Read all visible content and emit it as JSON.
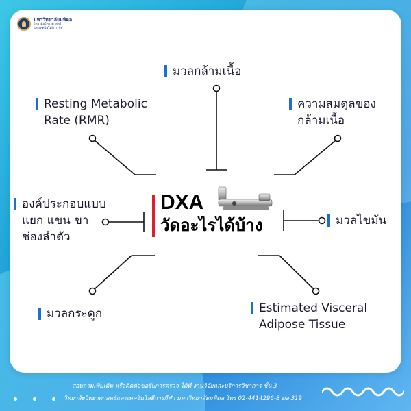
{
  "logo": {
    "name": "มหาวิทยาลัยมหิดล",
    "sub1": "วิทยาลัยวิทยาศาสตร์",
    "sub2": "และเทคโนโลยีการกีฬา"
  },
  "center": {
    "title": "DXA",
    "subtitle": "วัดอะไรได้บ้าง"
  },
  "labels": {
    "muscle_mass": "มวลกล้ามเนื้อ",
    "rmr_line1": "Resting Metabolic",
    "rmr_line2": "Rate (RMR)",
    "symmetry_line1": "ความสมดุลของ",
    "symmetry_line2": "กล้ามเนื้อ",
    "composition_line1": "องค์ประกอบแบบ",
    "composition_line2": "แยก แขน ขา",
    "composition_line3": "ช่องลำตัว",
    "fat_mass": "มวลไขมัน",
    "bone_mass": "มวลกระดูก",
    "vat_line1": "Estimated Visceral",
    "vat_line2": "Adipose Tissue"
  },
  "footer": {
    "line1": "สอบถามเพิ่มเติม หรือติดต่อขอรับการตรวจ ได้ที่ งานวิจัยและบริการวิชาการ ชั้น 3",
    "line2": "วิทยาลัยวิทยาศาสตร์และเทคโนโลยีการกีฬา มหาวิทยาลัยมหิดล โทร 02-4414296-8 ต่อ 319"
  },
  "colors": {
    "accent_blue": "#1f6fd0",
    "accent_red": "#e01c2d",
    "background": "#2f8fe0"
  }
}
